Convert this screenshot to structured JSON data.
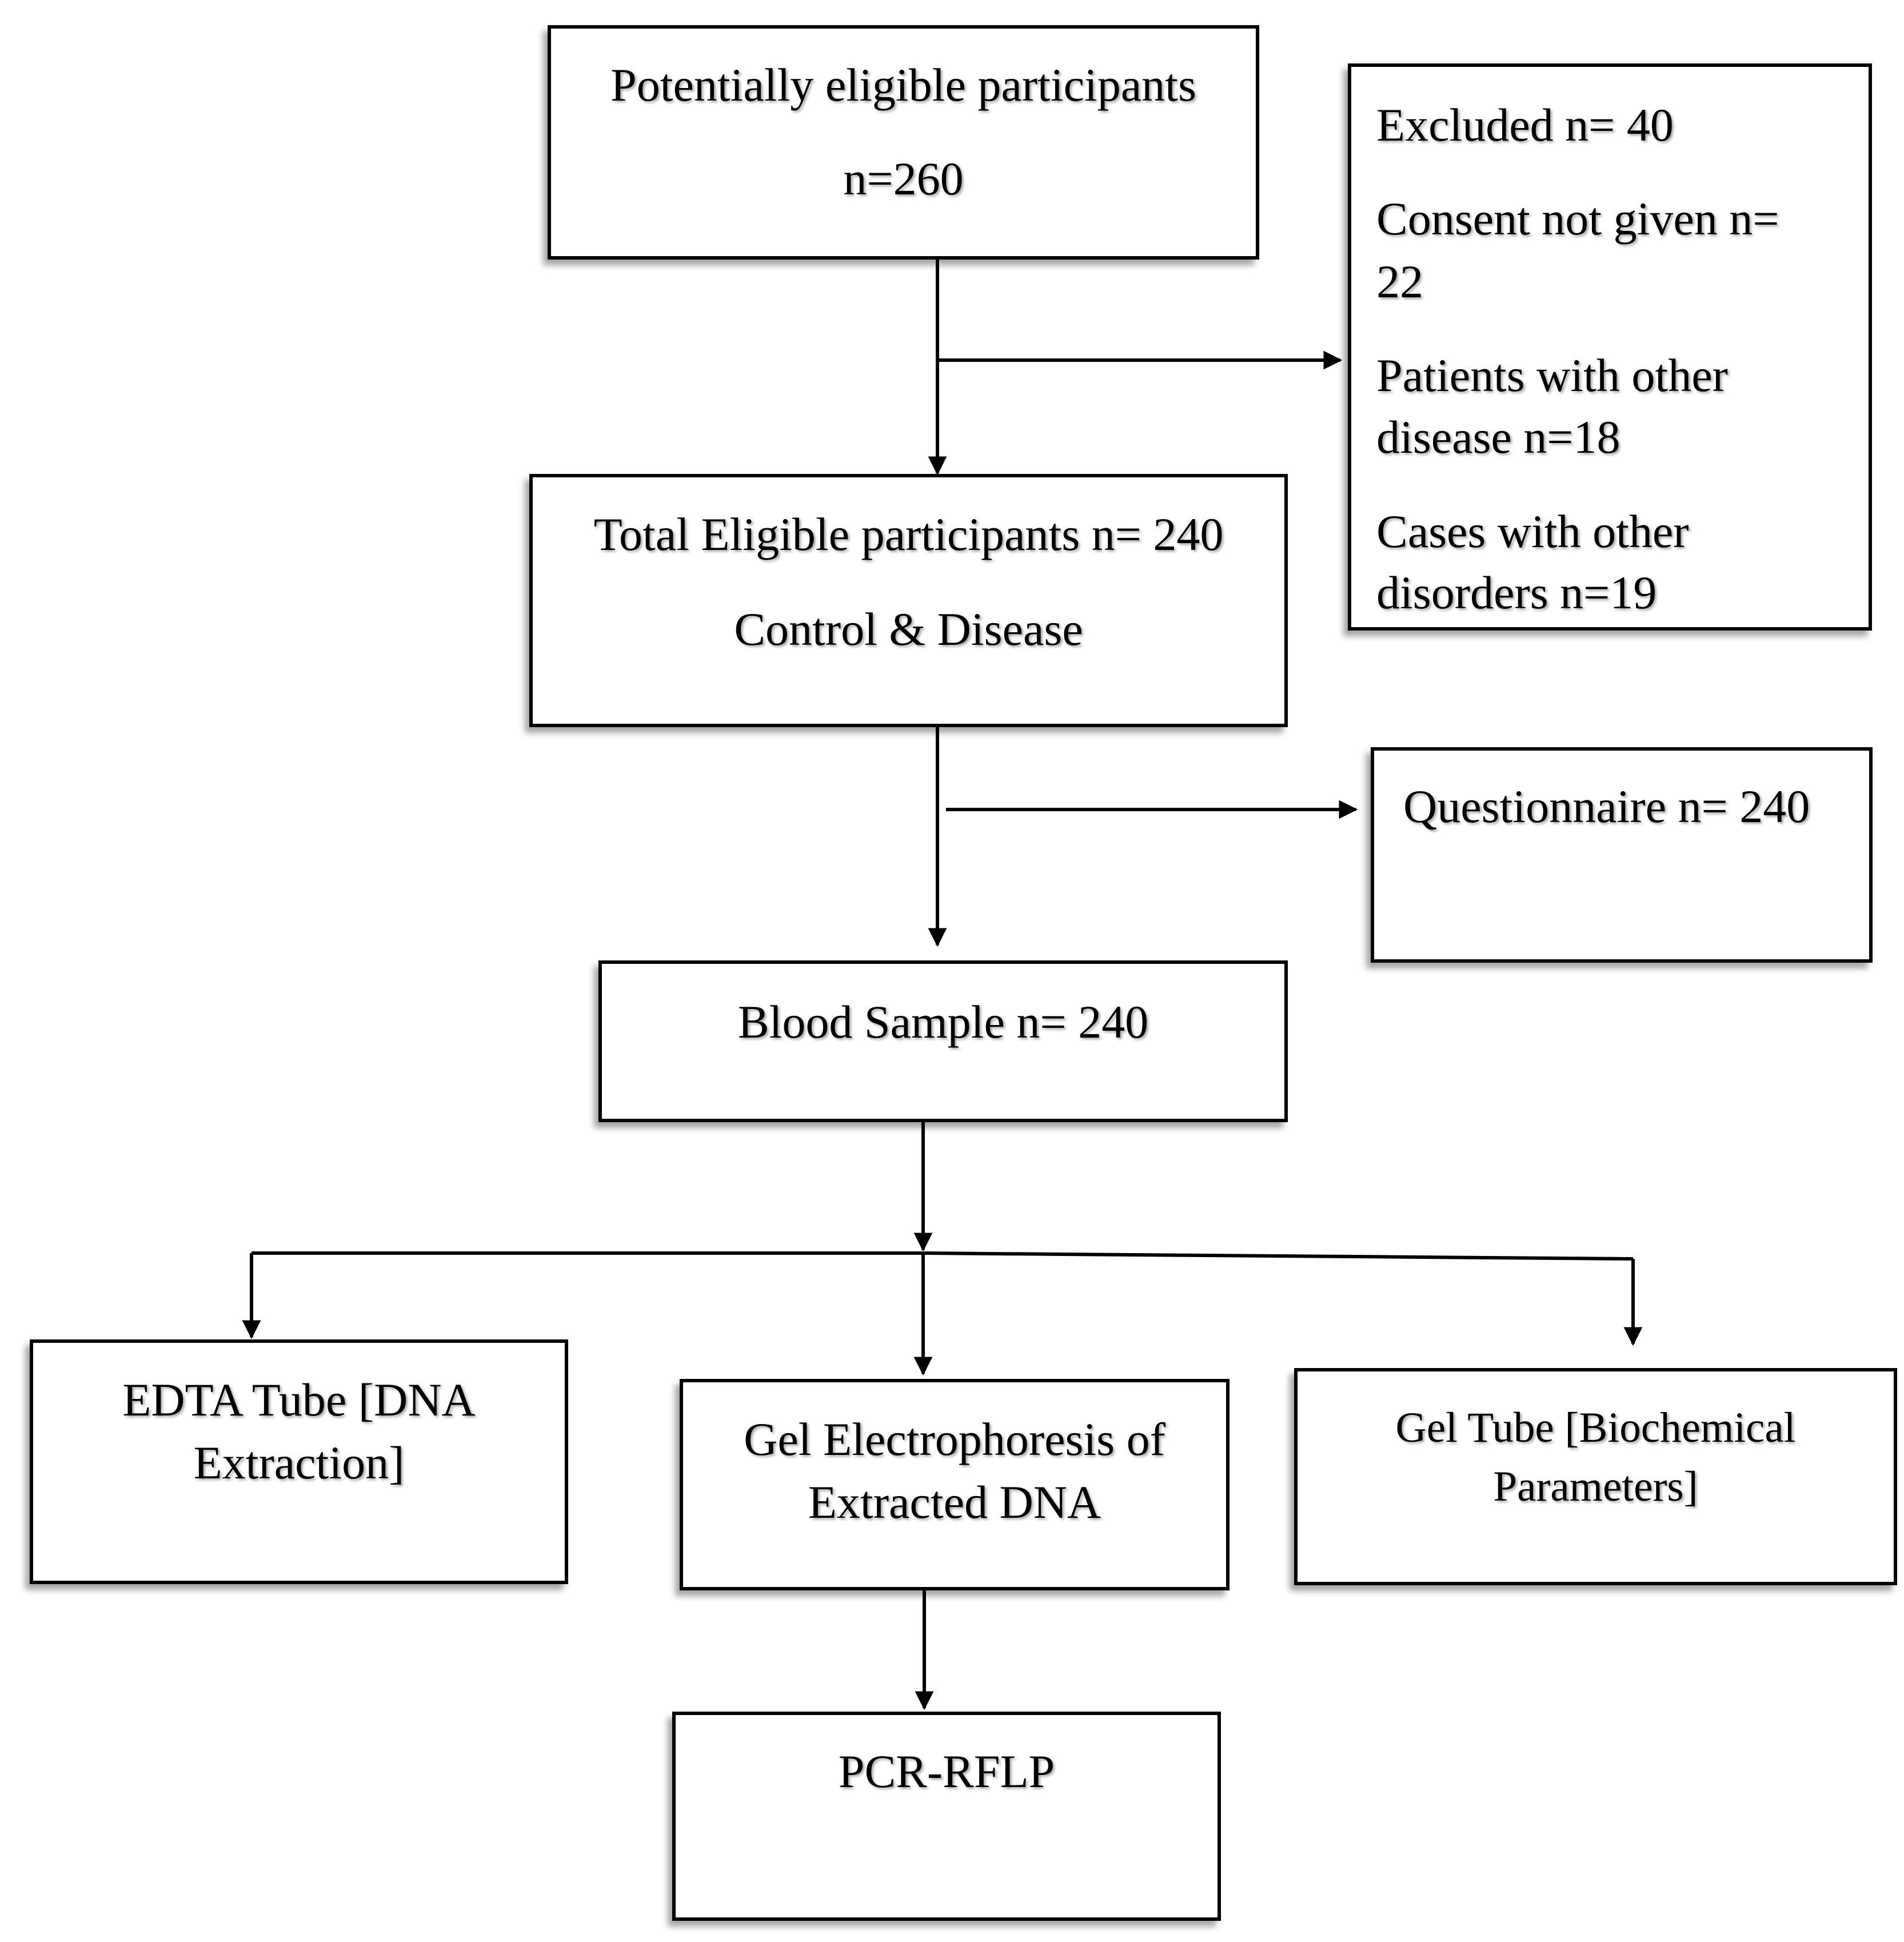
{
  "nodes": {
    "potentially_eligible": {
      "line1": "Potentially  eligible  participants",
      "line2": "n=260"
    },
    "excluded": {
      "title": "Excluded n= 40",
      "reason1_line1": "Consent not given  n=",
      "reason1_line2": "22",
      "reason2_line1": "Patients with other",
      "reason2_line2": "disease n=18",
      "reason3_line1": "Cases with other",
      "reason3_line2": "disorders n=19"
    },
    "total_eligible": {
      "line1": "Total Eligible  participants n= 240",
      "line2": "Control & Disease"
    },
    "questionnaire": {
      "label": "Questionnaire n= 240"
    },
    "blood_sample": {
      "label": "Blood Sample n= 240"
    },
    "edta_tube": {
      "line1": "EDTA Tube [DNA",
      "line2": "Extraction]"
    },
    "gel_electrophoresis": {
      "line1": "Gel Electrophoresis  of",
      "line2": "Extracted DNA"
    },
    "gel_tube": {
      "line1": "Gel Tube [Biochemical",
      "line2": "Parameters]"
    },
    "pcr_rflp": {
      "label": "PCR-RFLP"
    }
  },
  "edges": [
    {
      "from": "potentially_eligible",
      "to": "total_eligible"
    },
    {
      "from": "potentially_eligible",
      "to": "excluded"
    },
    {
      "from": "total_eligible",
      "to": "blood_sample"
    },
    {
      "from": "total_eligible",
      "to": "questionnaire"
    },
    {
      "from": "blood_sample",
      "to": "edta_tube"
    },
    {
      "from": "blood_sample",
      "to": "gel_electrophoresis"
    },
    {
      "from": "blood_sample",
      "to": "gel_tube"
    },
    {
      "from": "gel_electrophoresis",
      "to": "pcr_rflp"
    }
  ],
  "colors": {
    "stroke": "#000000",
    "background": "#ffffff"
  }
}
